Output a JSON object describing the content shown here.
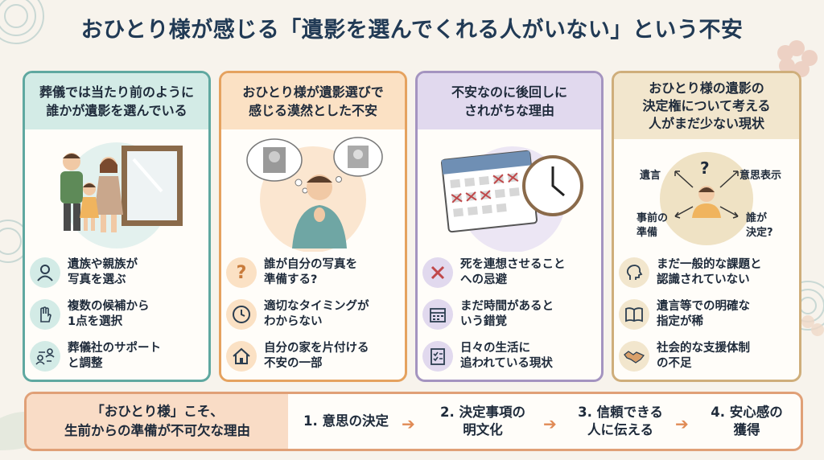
{
  "title": "おひとり様が感じる「遺影を選んでくれる人がいない」という不安",
  "colors": {
    "card1": "#5fa8a0",
    "card1_head": "#d3ebe6",
    "card2": "#e5a25f",
    "card2_head": "#fbe1c4",
    "card3": "#a494c0",
    "card3_head": "#e1d9ee",
    "card4": "#cfae7b",
    "card4_head": "#f2e6cd",
    "bottom_border": "#e0a077",
    "arrow": "#e08a55"
  },
  "cards": [
    {
      "heading": "葬儀では当たり前のように\n誰かが遺影を選んでいる",
      "items": [
        {
          "icon": "person-icon",
          "text": "遺族や親族が\n写真を選ぶ"
        },
        {
          "icon": "hand-pointer-icon",
          "text": "複数の候補から\n1点を選択"
        },
        {
          "icon": "support-people-icon",
          "text": "葬儀社のサポート\nと調整"
        }
      ]
    },
    {
      "heading": "おひとり様が遺影選びで\n感じる漠然とした不安",
      "items": [
        {
          "icon": "question-icon",
          "text": "誰が自分の写真を\n準備する?"
        },
        {
          "icon": "clock-icon",
          "text": "適切なタイミングが\nわからない"
        },
        {
          "icon": "house-icon",
          "text": "自分の家を片付ける\n不安の一部"
        }
      ]
    },
    {
      "heading": "不安なのに後回しに\nされがちな理由",
      "items": [
        {
          "icon": "cross-icon",
          "text": "死を連想させること\nへの忌避"
        },
        {
          "icon": "calendar-icon",
          "text": "まだ時間があると\nいう錯覚"
        },
        {
          "icon": "checklist-icon",
          "text": "日々の生活に\n追われている現状"
        }
      ]
    },
    {
      "heading": "おひとり様の遺影の\n決定権について考える\n人がまだ少ない現状",
      "diagram": {
        "top_left": "遺言",
        "top": "?",
        "top_right": "意思表示",
        "bottom_left": "事前の\n準備",
        "bottom_right": "誰が\n決定?"
      },
      "items": [
        {
          "icon": "head-profile-icon",
          "text": "まだ一般的な課題と\n認識されていない"
        },
        {
          "icon": "open-book-icon",
          "text": "遺言等での明確な\n指定が稀"
        },
        {
          "icon": "handshake-icon",
          "text": "社会的な支援体制\nの不足"
        }
      ]
    }
  ],
  "bottom": {
    "lead": "「おひとり様」こそ、\n生前からの準備が不可欠な理由",
    "steps": [
      "1. 意思の決定",
      "2. 決定事項の\n明文化",
      "3. 信頼できる\n人に伝える",
      "4. 安心感の\n獲得"
    ],
    "arrow": "➔"
  }
}
